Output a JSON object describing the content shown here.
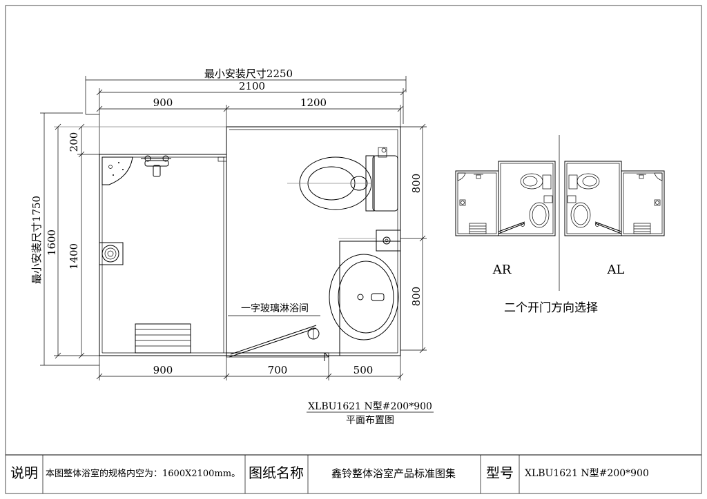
{
  "dims": {
    "min_width": "最小安装尺寸2250",
    "total_width": "2100",
    "top_left": "900",
    "top_right": "1200",
    "left_200": "200",
    "min_height": "最小安装尺寸1750",
    "h1600": "1600",
    "h1400": "1400",
    "right_800_top": "800",
    "right_800_bottom": "800",
    "bottom_900": "900",
    "bottom_700": "700",
    "bottom_500": "500"
  },
  "labels": {
    "shower_room": "一字玻璃淋浴间",
    "variant_ar": "AR",
    "variant_al": "AL",
    "door_choice": "二个开门方向选择",
    "drawing_code": "XLBU1621 N型#200*900",
    "drawing_subtitle": "平面布置图"
  },
  "title_block": {
    "note_label": "说明",
    "note_text": "本图整体浴室的规格内空为：1600X2100mm。",
    "name_label": "图纸名称",
    "name_value": "鑫铃整体浴室产品标准图集",
    "model_label": "型号",
    "model_value": "XLBU1621 N型#200*900"
  }
}
